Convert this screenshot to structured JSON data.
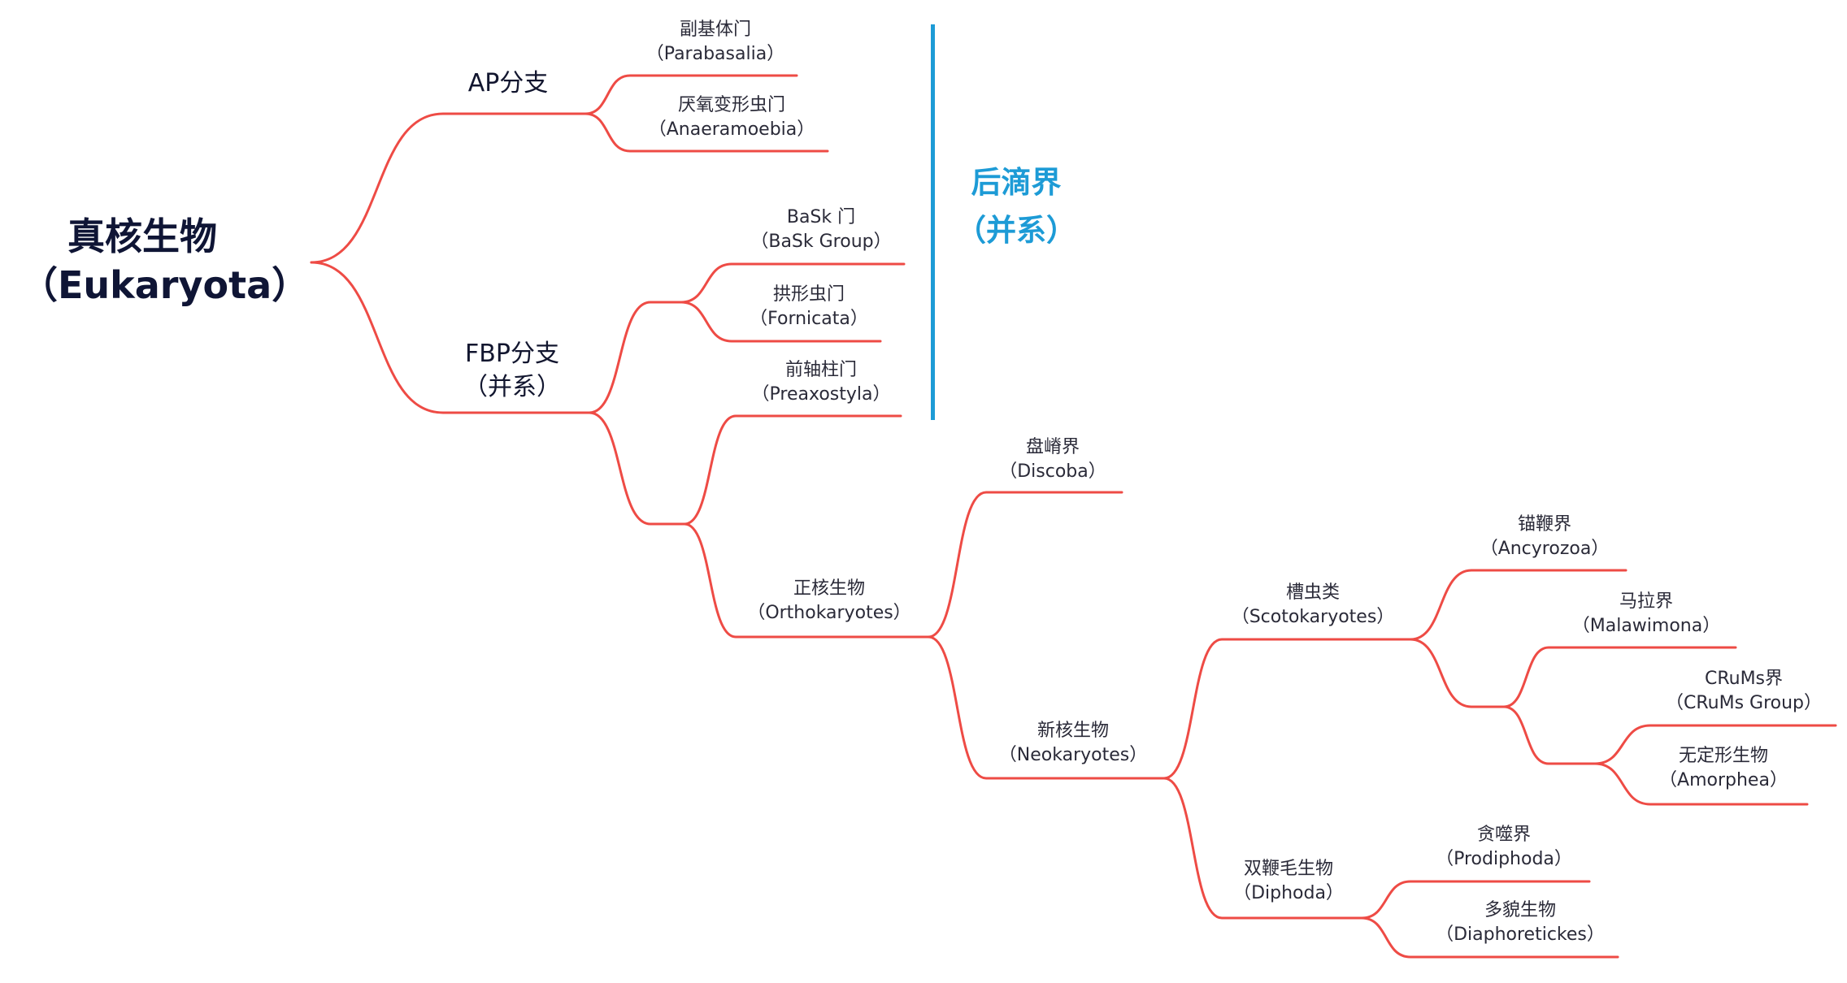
{
  "colors": {
    "edge": "#ee4b45",
    "bracket": "#1d9bd6",
    "text": "#2a2a38",
    "root_text": "#0f1535"
  },
  "group": {
    "line1": "后滴界",
    "line2": "（并系）"
  },
  "nodes": {
    "root": {
      "l1": "真核生物",
      "l2": "（Eukaryota）"
    },
    "ap": {
      "l1": "AP分支",
      "l2": ""
    },
    "fbp": {
      "l1": "FBP分支",
      "l2": "（并系）"
    },
    "parabasalia": {
      "l1": "副基体门",
      "l2": "（Parabasalia）"
    },
    "anaeramoebia": {
      "l1": "厌氧变形虫门",
      "l2": "（Anaeramoebia）"
    },
    "bask": {
      "l1": "BaSk 门",
      "l2": "（BaSk Group）"
    },
    "fornicata": {
      "l1": "拱形虫门",
      "l2": "（Fornicata）"
    },
    "preaxostyla": {
      "l1": "前轴柱门",
      "l2": "（Preaxostyla）"
    },
    "discoba": {
      "l1": "盘嵴界",
      "l2": "（Discoba）"
    },
    "orthokaryotes": {
      "l1": "正核生物",
      "l2": "（Orthokaryotes）"
    },
    "neokaryotes": {
      "l1": "新核生物",
      "l2": "（Neokaryotes）"
    },
    "scotokaryotes": {
      "l1": "槽虫类",
      "l2": "（Scotokaryotes）"
    },
    "diphoda": {
      "l1": "双鞭毛生物",
      "l2": "（Diphoda）"
    },
    "ancyrozoa": {
      "l1": "锚鞭界",
      "l2": "（Ancyrozoa）"
    },
    "malawimona": {
      "l1": "马拉界",
      "l2": "（Malawimona）"
    },
    "crums": {
      "l1": "CRuMs界",
      "l2": "（CRuMs Group）"
    },
    "amorphea": {
      "l1": "无定形生物",
      "l2": "（Amorphea）"
    },
    "prodiphoda": {
      "l1": "贪噬界",
      "l2": "（Prodiphoda）"
    },
    "diaphoretickes": {
      "l1": "多貌生物",
      "l2": "（Diaphoretickes）"
    }
  }
}
